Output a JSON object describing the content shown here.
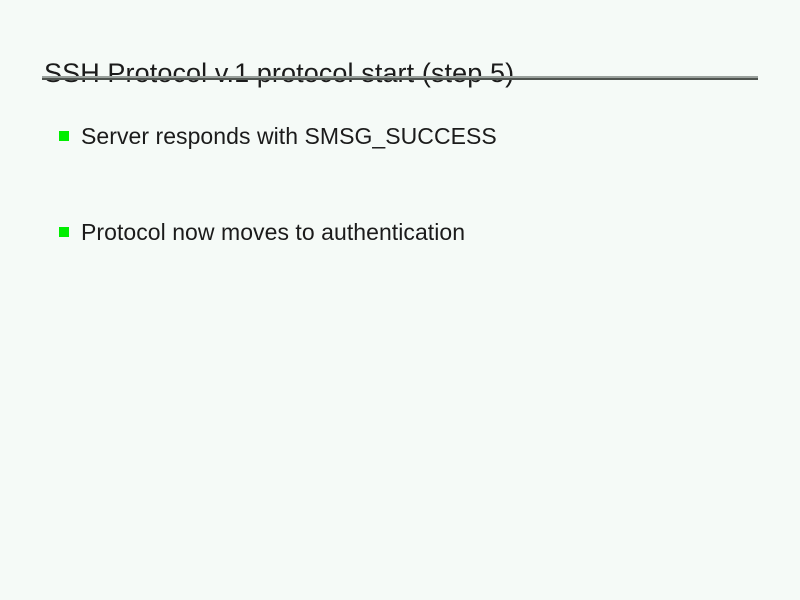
{
  "slide": {
    "title": "SSH Protocol v.1 protocol start (step 5)",
    "background_color": "#f5faf7",
    "text_color": "#1b1b1b",
    "rule": {
      "highlight_color": "#9aa19d",
      "shadow_color": "#4e534f"
    },
    "bullets": [
      {
        "marker": "green-square-bullet-icon",
        "marker_color": "#00ee00",
        "text": "Server responds with SMSG_SUCCESS"
      },
      {
        "marker": "green-square-bullet-icon",
        "marker_color": "#00ee00",
        "text": "Protocol now moves to authentication"
      }
    ]
  }
}
